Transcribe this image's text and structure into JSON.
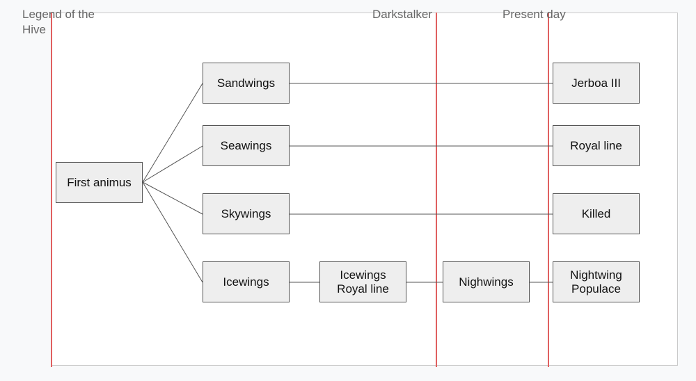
{
  "timeline": {
    "eras": {
      "legend": "Legend of the\nHive",
      "darkstalker": "Darkstalker",
      "present": "Present day"
    }
  },
  "nodes": {
    "first_animus": "First animus",
    "sandwings": "Sandwings",
    "seawings": "Seawings",
    "skywings": "Skywings",
    "icewings": "Icewings",
    "icewings_royal": "Icewings\nRoyal line",
    "nightwings": "Nighwings",
    "jerboa": "Jerboa III",
    "royal_line": "Royal line",
    "killed": "Killed",
    "nightwing_populace": "Nightwing\nPopulace"
  },
  "colors": {
    "era_line": "#e06060",
    "node_fill": "#eeeeee",
    "node_border": "#555555",
    "connector": "#555555"
  }
}
